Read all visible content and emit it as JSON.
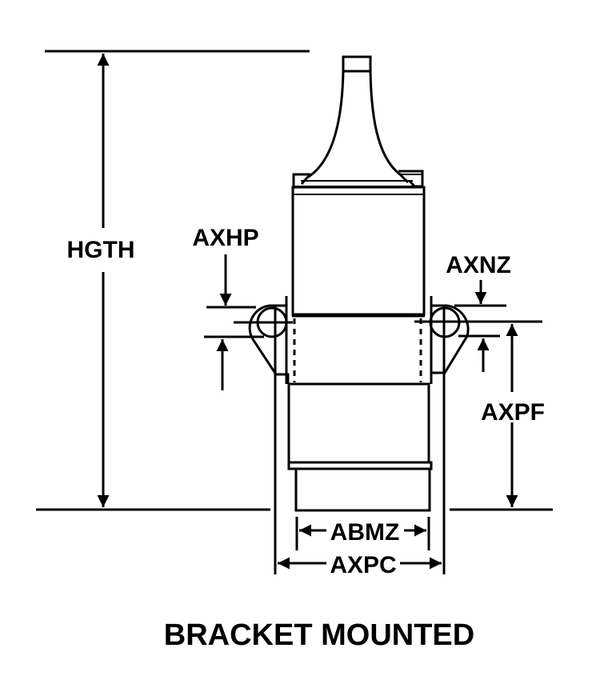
{
  "diagram": {
    "caption": "BRACKET MOUNTED",
    "dimensions": {
      "overall_height": "HGTH",
      "left_mount_hole": "AXHP",
      "right_mount_hole": "AXNZ",
      "mount_to_base": "AXPF",
      "body_width": "ABMZ",
      "bracket_span": "AXPC"
    },
    "colors": {
      "ink": "#000000",
      "paper": "#ffffff"
    }
  }
}
